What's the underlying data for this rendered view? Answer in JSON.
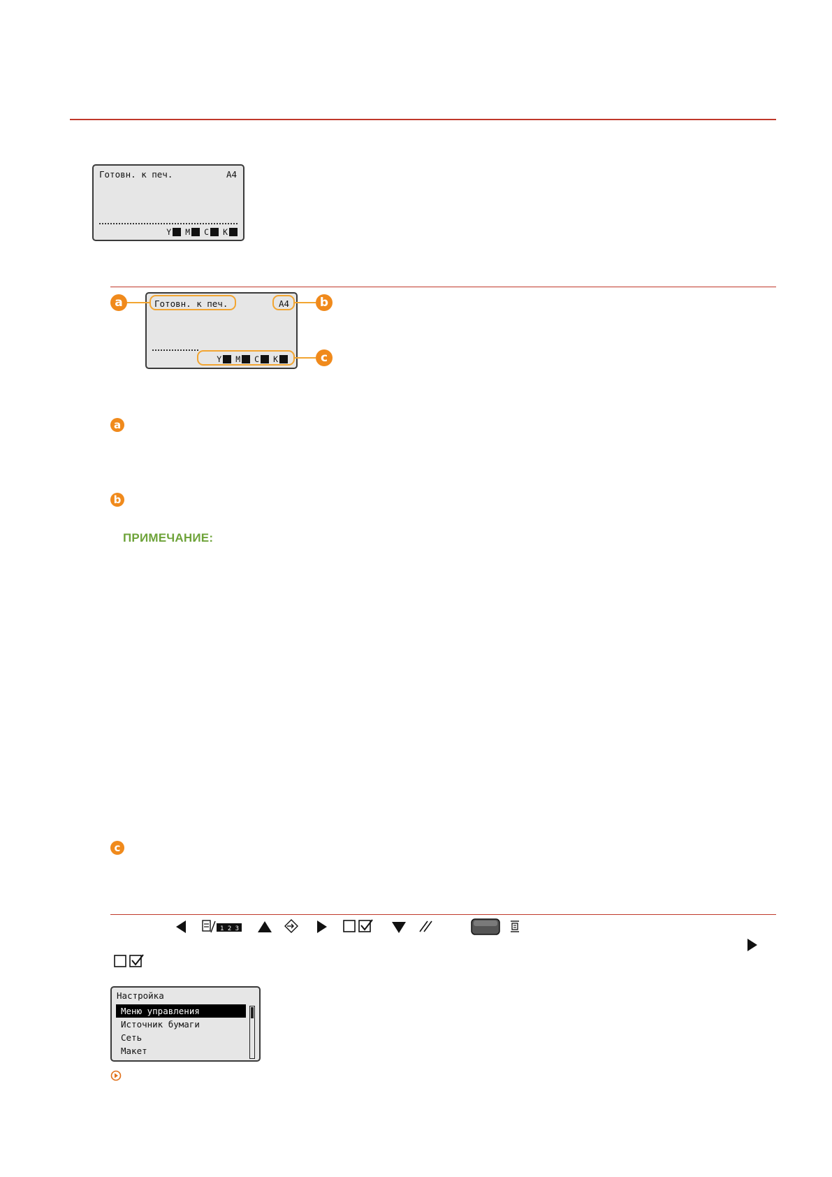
{
  "panel_top": {
    "status": "Готовн. к печ.",
    "paper": "A4",
    "toner": [
      "Y",
      "M",
      "C",
      "K"
    ]
  },
  "panel_annotated": {
    "status": "Готовн. к печ.",
    "paper": "A4",
    "toner": [
      "Y",
      "M",
      "C",
      "K"
    ]
  },
  "callouts": {
    "a": "a",
    "b": "b",
    "c": "c"
  },
  "note": {
    "heading": "ПРИМЕЧАНИЕ:"
  },
  "keys": {
    "left_icon": "left-arrow-icon",
    "paper_counter_icon": "paper-counter-icon",
    "up_icon": "up-arrow-icon",
    "job_icon": "job-status-icon",
    "right_icon": "right-arrow-icon",
    "ok_icon": "ok-checkbox-icon",
    "down_icon": "down-arrow-icon",
    "reset_icon": "reset-icon",
    "menu_button_icon": "menu-button-icon",
    "menu_icon": "menu-icon"
  },
  "settings_menu": {
    "title": "Настройка",
    "items": [
      "Меню управления",
      "Источник бумаги",
      "Сеть",
      "Макет"
    ],
    "selected_index": 0
  },
  "colors": {
    "accent_red": "#c0392b",
    "callout_orange": "#f08a1c",
    "note_green": "#6ea33a"
  }
}
